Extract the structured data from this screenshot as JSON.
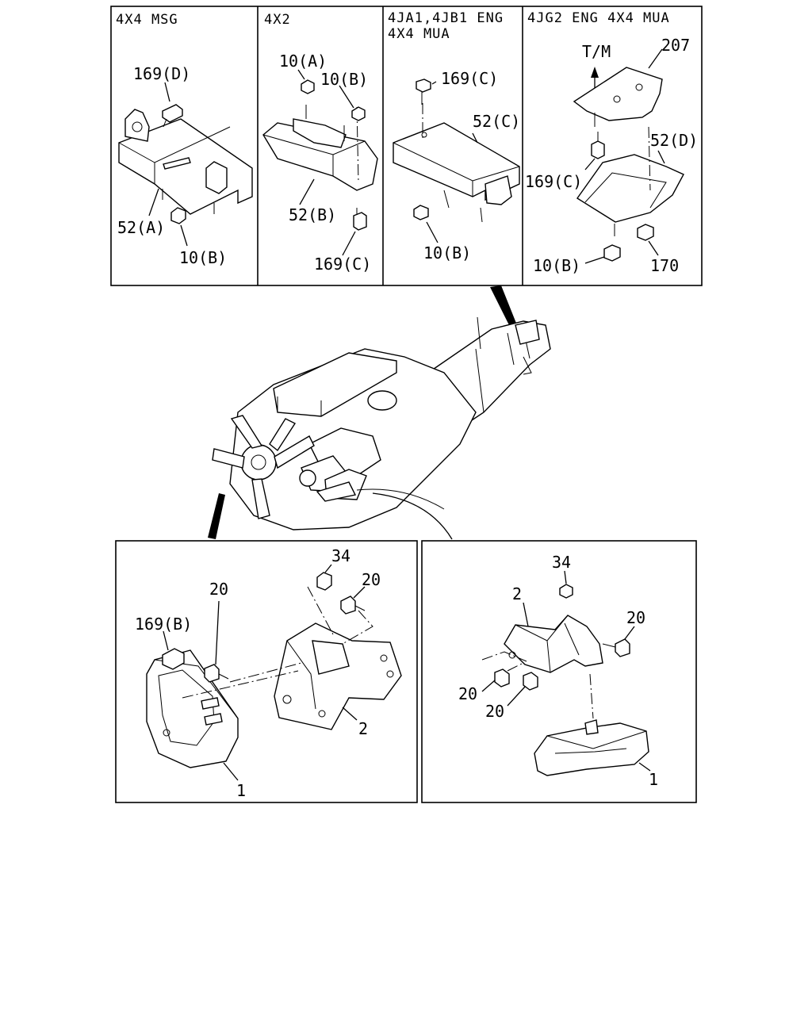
{
  "panels_top": [
    {
      "header": [
        "4X4 MSG"
      ],
      "labels": [
        "169(D)",
        "52(A)",
        "10(B)"
      ]
    },
    {
      "header": [
        "4X2"
      ],
      "labels": [
        "10(A)",
        "10(B)",
        "52(B)",
        "169(C)"
      ]
    },
    {
      "header": [
        "4JA1,4JB1 ENG",
        "4X4 MUA"
      ],
      "labels": [
        "169(C)",
        "52(C)",
        "10(B)"
      ]
    },
    {
      "header": [
        "4JG2 ENG 4X4 MUA"
      ],
      "labels": [
        "T/M",
        "207",
        "52(D)",
        "169(C)",
        "10(B)",
        "170"
      ]
    }
  ],
  "panels_bottom": [
    {
      "labels": [
        "34",
        "20",
        "20",
        "169(B)",
        "2",
        "1"
      ]
    },
    {
      "labels": [
        "34",
        "2",
        "20",
        "20",
        "20",
        "1"
      ]
    }
  ]
}
